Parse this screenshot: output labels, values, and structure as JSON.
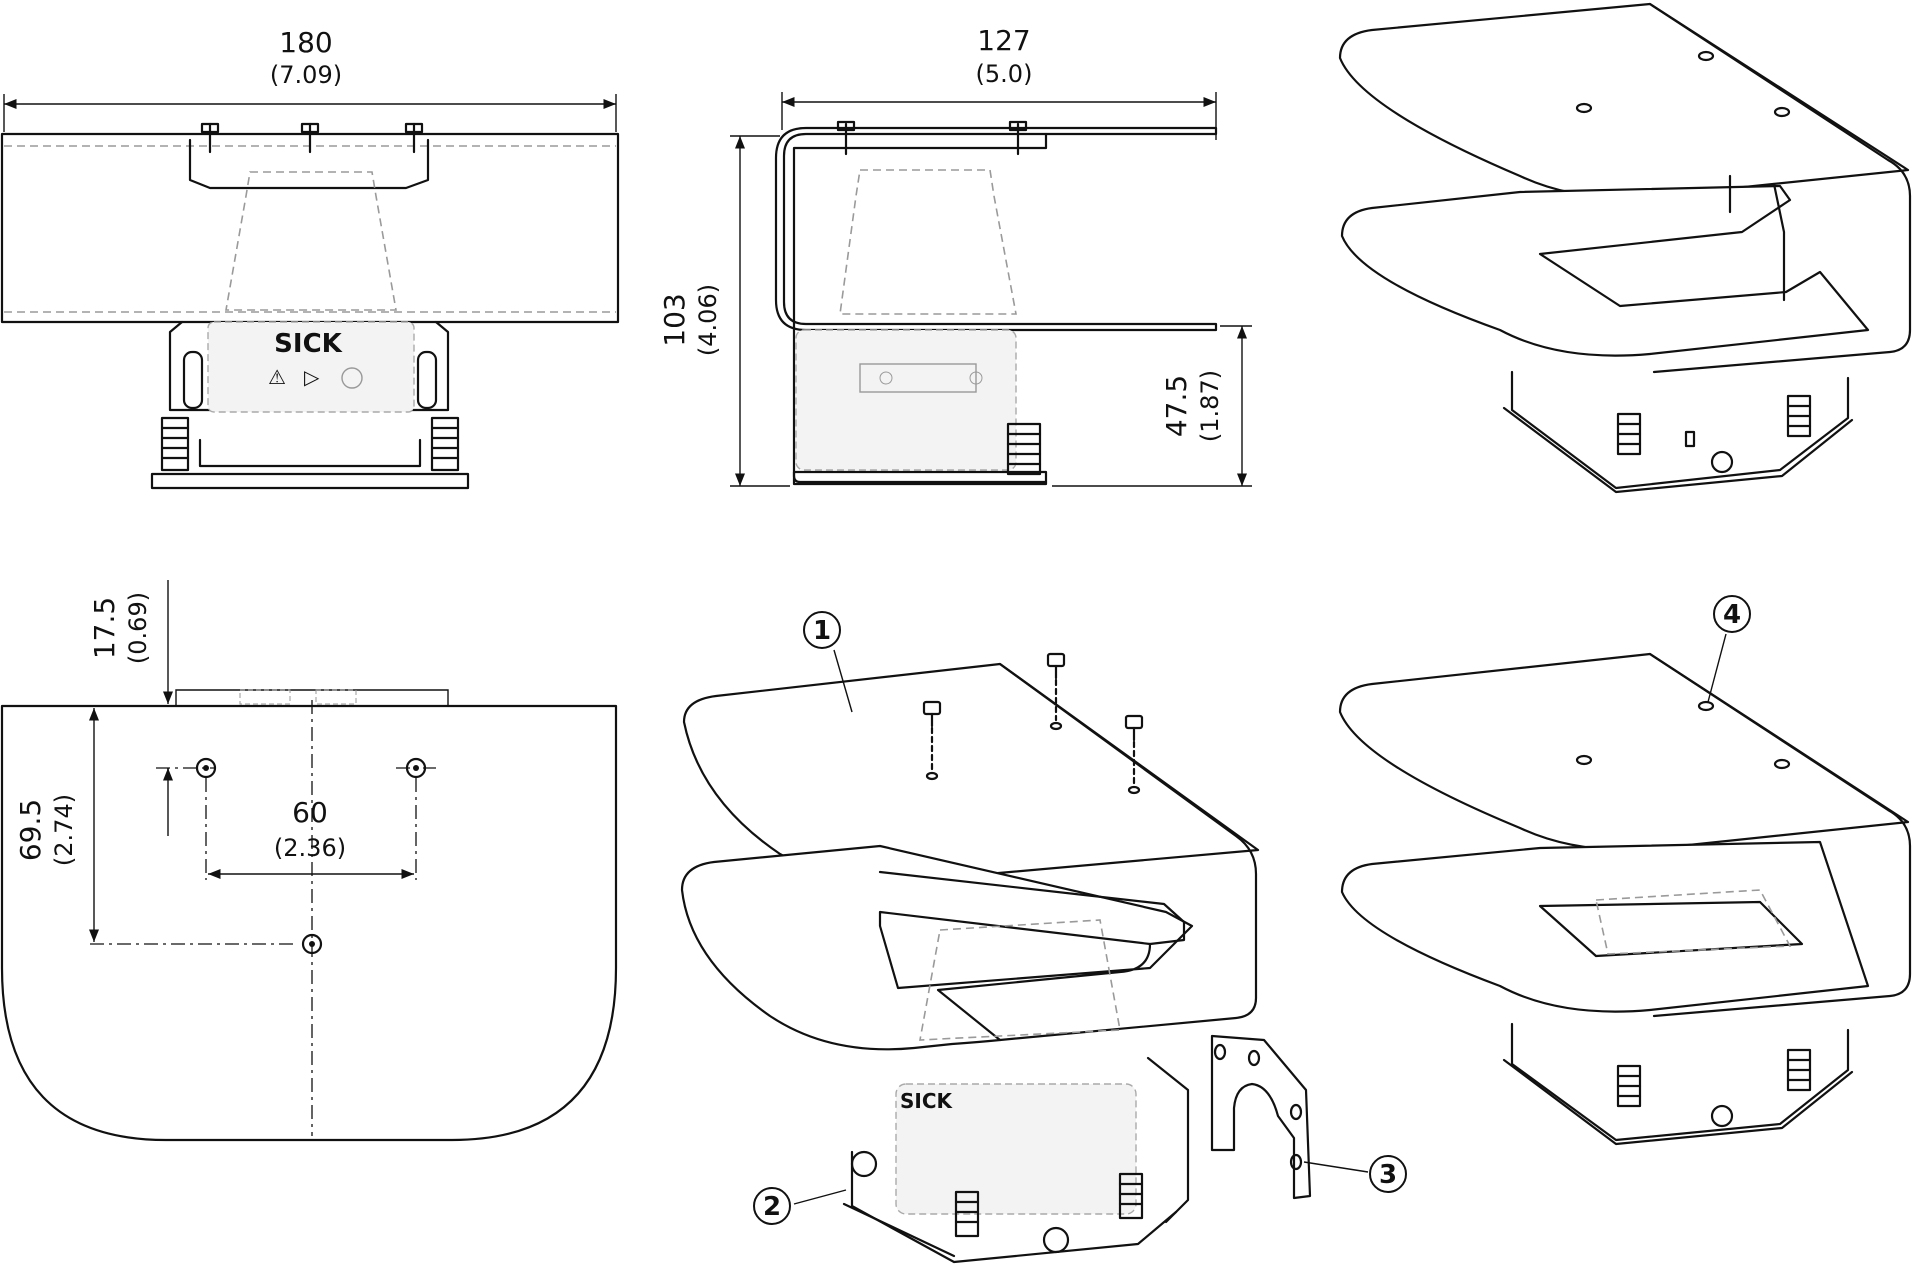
{
  "dimensions": {
    "top_width": {
      "mm": "180",
      "inch": "(7.09)"
    },
    "side_width": {
      "mm": "127",
      "inch": "(5.0)"
    },
    "side_height": {
      "mm": "103",
      "inch": "(4.06)"
    },
    "side_lower_height": {
      "mm": "47.5",
      "inch": "(1.87)"
    },
    "plan_offset": {
      "mm": "17.5",
      "inch": "(0.69)"
    },
    "plan_depth": {
      "mm": "69.5",
      "inch": "(2.74)"
    },
    "plan_hole_spacing": {
      "mm": "60",
      "inch": "(2.36)"
    }
  },
  "device_logo": "SICK",
  "callouts": [
    {
      "number": "1"
    },
    {
      "number": "2"
    },
    {
      "number": "3"
    },
    {
      "number": "4"
    }
  ],
  "colors": {
    "line": "#111111",
    "hidden": "#9a9a9a",
    "background": "#ffffff"
  }
}
